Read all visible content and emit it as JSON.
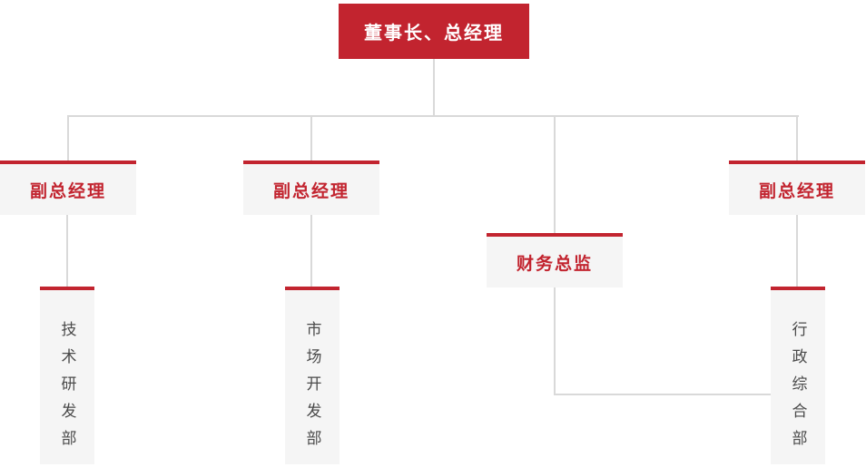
{
  "org_chart": {
    "type": "org-chart",
    "nodes": {
      "root": {
        "label": "董事长、总经理"
      },
      "vp_left": {
        "label": "副总经理"
      },
      "vp_mid": {
        "label": "副总经理"
      },
      "cfo": {
        "label": "财务总监"
      },
      "vp_right": {
        "label": "副总经理"
      },
      "dept_tech": {
        "label": "技术研发部"
      },
      "dept_market": {
        "label": "市场开发部"
      },
      "dept_admin": {
        "label": "行政综合部"
      }
    },
    "edges": [
      [
        "root",
        "vp_left"
      ],
      [
        "root",
        "vp_mid"
      ],
      [
        "root",
        "cfo"
      ],
      [
        "root",
        "vp_right"
      ],
      [
        "vp_left",
        "dept_tech"
      ],
      [
        "vp_mid",
        "dept_market"
      ],
      [
        "vp_right",
        "dept_admin"
      ],
      [
        "cfo",
        "dept_admin"
      ]
    ]
  },
  "colors": {
    "accent_red": "#c2242f",
    "node_bg": "#f5f5f5",
    "connector": "#d9d9d9",
    "dept_text": "#4a4a4a",
    "root_text": "#ffffff"
  }
}
